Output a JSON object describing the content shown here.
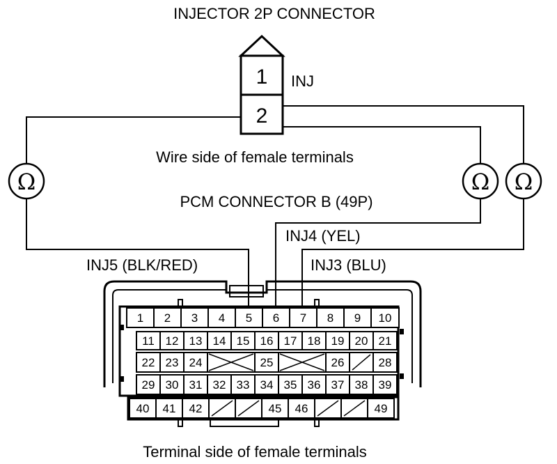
{
  "labels": {
    "injector_connector": "INJECTOR 2P CONNECTOR",
    "inj": "INJ",
    "wire_side": "Wire side of female terminals",
    "pcm_connector": "PCM CONNECTOR B (49P)",
    "inj4": "INJ4 (YEL)",
    "inj5": "INJ5 (BLK/RED)",
    "inj3": "INJ3 (BLU)",
    "terminal_side": "Terminal side of female terminals",
    "ohm_symbol": "Ω"
  },
  "injector_terminals": [
    "1",
    "2"
  ],
  "pcm_rows": [
    [
      "1",
      "2",
      "3",
      "4",
      "5",
      "6",
      "7",
      "8",
      "9",
      "10"
    ],
    [
      "11",
      "12",
      "13",
      "14",
      "15",
      "16",
      "17",
      "18",
      "19",
      "20",
      "21"
    ],
    [
      "22",
      "23",
      "24",
      "",
      "25",
      "",
      "26",
      "",
      "28"
    ],
    [
      "29",
      "30",
      "31",
      "32",
      "33",
      "34",
      "35",
      "36",
      "37",
      "38",
      "39"
    ],
    [
      "40",
      "41",
      "42",
      "",
      "",
      "45",
      "46",
      "",
      "",
      "49"
    ]
  ]
}
